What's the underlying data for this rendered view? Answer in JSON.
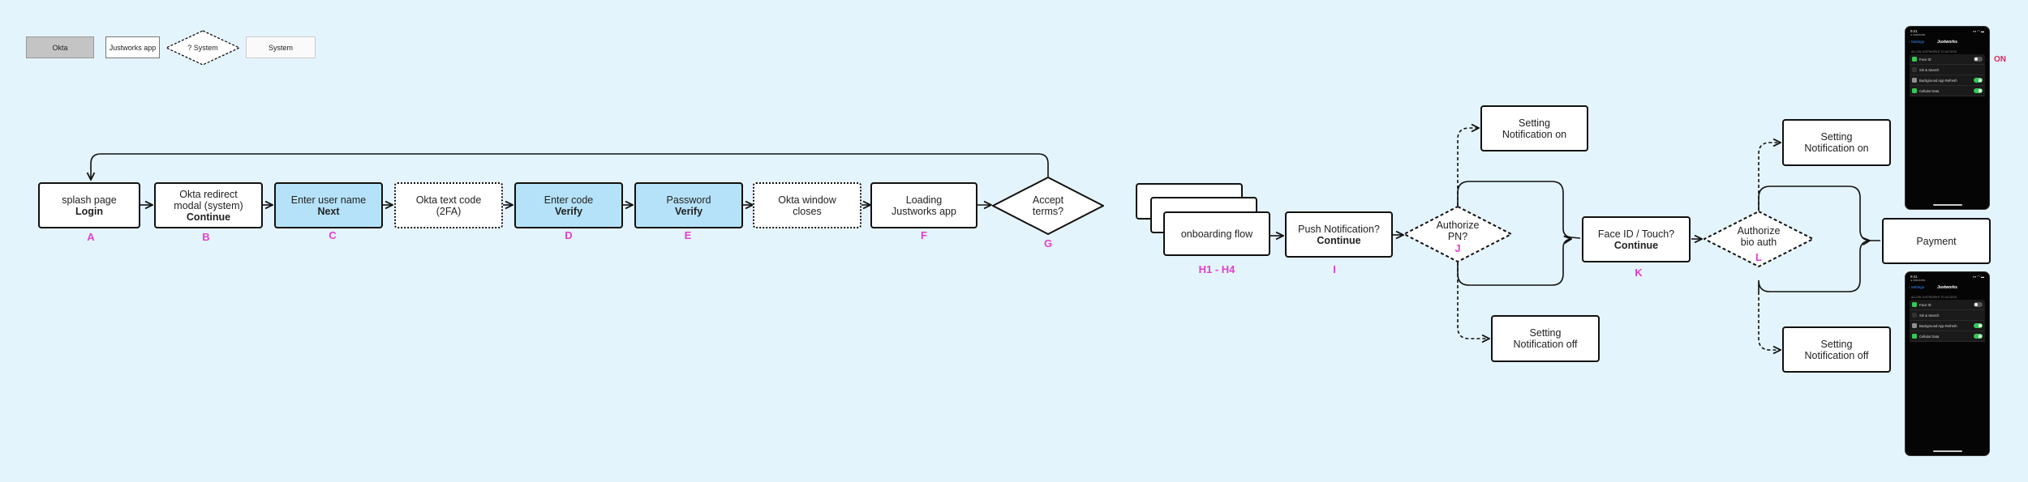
{
  "legend": {
    "okta": "Okta",
    "justworks_app": "Justworks app",
    "system_q": "? System",
    "system": "System"
  },
  "nodes": {
    "a": {
      "line1": "splash page",
      "bold": "Login",
      "tag": "A"
    },
    "b": {
      "line1": "Okta redirect",
      "line2": "modal (system)",
      "bold": "Continue",
      "tag": "B"
    },
    "c": {
      "line1": "Enter user name",
      "bold": "Next",
      "tag": "C"
    },
    "okta_text": {
      "line1": "Okta text code",
      "line2": "(2FA)"
    },
    "d": {
      "line1": "Enter code",
      "bold": "Verify",
      "tag": "D"
    },
    "e": {
      "line1": "Password",
      "bold": "Verify",
      "tag": "E"
    },
    "okta_close": {
      "line1": "Okta window",
      "line2": "closes"
    },
    "f": {
      "line1": "Loading",
      "line2": "Justworks app",
      "tag": "F"
    },
    "g": {
      "line1": "Accept",
      "line2": "terms?",
      "tag": "G"
    },
    "h": {
      "line1": "onboarding flow",
      "tag": "H1 - H4"
    },
    "i": {
      "line1": "Push Notification?",
      "bold": "Continue",
      "tag": "I"
    },
    "j": {
      "line1": "Authorize",
      "line2": "PN?",
      "tag": "J"
    },
    "pn_on": {
      "line1": "Setting",
      "line2": "Notification on"
    },
    "pn_off": {
      "line1": "Setting",
      "line2": "Notification off"
    },
    "k": {
      "line1": "Face ID / Touch?",
      "bold": "Continue",
      "tag": "K"
    },
    "l": {
      "line1": "Authorize",
      "line2": "bio auth",
      "tag": "L"
    },
    "bio_on": {
      "line1": "Setting",
      "line2": "Notification on"
    },
    "bio_off": {
      "line1": "Setting",
      "line2": "Notification off"
    },
    "payment": {
      "line1": "Payment"
    }
  },
  "on_label": "ON",
  "phone": {
    "time": "9:41",
    "sub": "◂ Justworks",
    "signal": "▪▪▪ ◠ ▬",
    "back": "‹ Settings",
    "title": "Justworks",
    "section": "ALLOW JUSTWORKS TO ACCESS",
    "rows": [
      {
        "label": "Face ID",
        "icon_color": "#34c759",
        "toggle": false
      },
      {
        "label": "Siri & Search",
        "icon_color": "#333333",
        "toggle": null
      },
      {
        "label": "Background App Refresh",
        "icon_color": "#8e8e93",
        "toggle": true
      },
      {
        "label": "Cellular Data",
        "icon_color": "#34c759",
        "toggle": true
      }
    ]
  },
  "colors": {
    "background": "#e4f4fc",
    "app_fill": "#b5e2f8",
    "okta_legend_fill": "#c4c4c4",
    "tag": "#e23fd0",
    "on_label": "#e0245e"
  }
}
